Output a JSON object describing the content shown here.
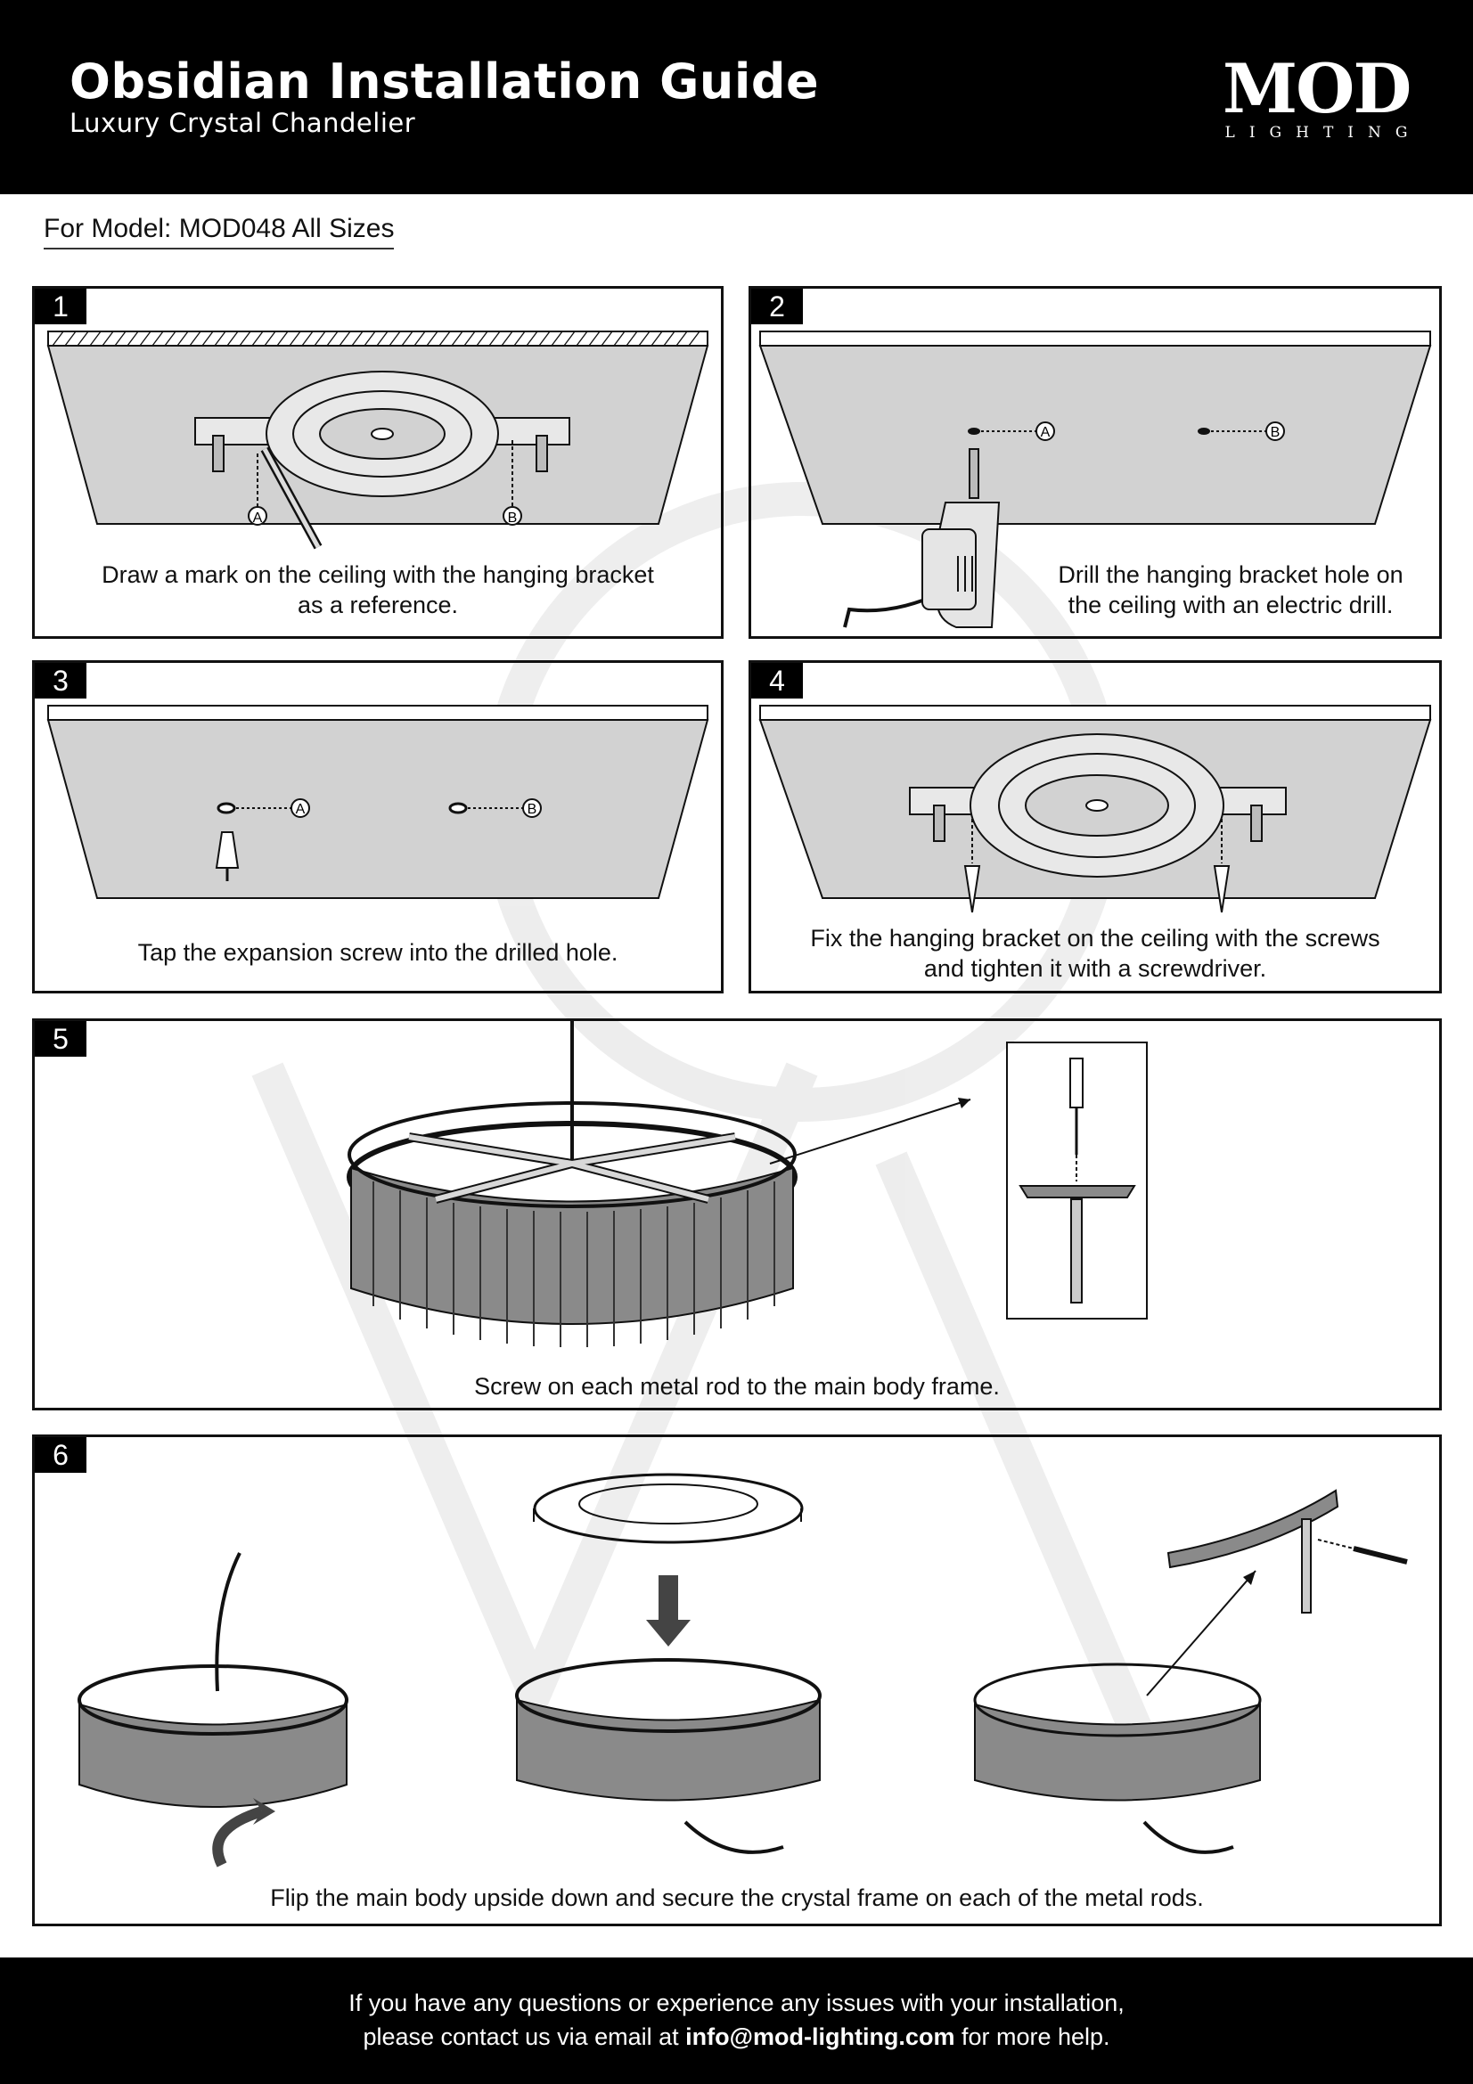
{
  "header": {
    "title": "Obsidian Installation Guide",
    "subtitle": "Luxury Crystal Chandelier",
    "logo_main": "MOD",
    "logo_sub": "LIGHTING"
  },
  "model_line": "For Model: MOD048 All Sizes",
  "steps": [
    {
      "number": "1",
      "caption_line1": "Draw a mark on the ceiling with the hanging bracket",
      "caption_line2": "as a reference.",
      "marker_a": "A",
      "marker_b": "B"
    },
    {
      "number": "2",
      "caption_line1": "Drill the hanging bracket hole on",
      "caption_line2": "the ceiling with an electric drill.",
      "marker_a": "A",
      "marker_b": "B"
    },
    {
      "number": "3",
      "caption_line1": "Tap the expansion screw into the drilled hole.",
      "marker_a": "A",
      "marker_b": "B"
    },
    {
      "number": "4",
      "caption_line1": "Fix the hanging bracket on the ceiling with the screws",
      "caption_line2": "and tighten it with a screwdriver."
    },
    {
      "number": "5",
      "caption_line1": "Screw on each metal rod to the main body frame."
    },
    {
      "number": "6",
      "caption_line1": "Flip the main body upside down and secure the crystal frame on each of the metal rods."
    }
  ],
  "footer": {
    "line1": "If you have any questions or experience any issues with your installation,",
    "line2_prefix": "please contact us via email at ",
    "email": "info@mod-lighting.com",
    "line2_suffix": " for more help."
  },
  "colors": {
    "panel_fill": "#d2d2d2",
    "rod_fill": "#8a8a8a",
    "black": "#000000"
  }
}
